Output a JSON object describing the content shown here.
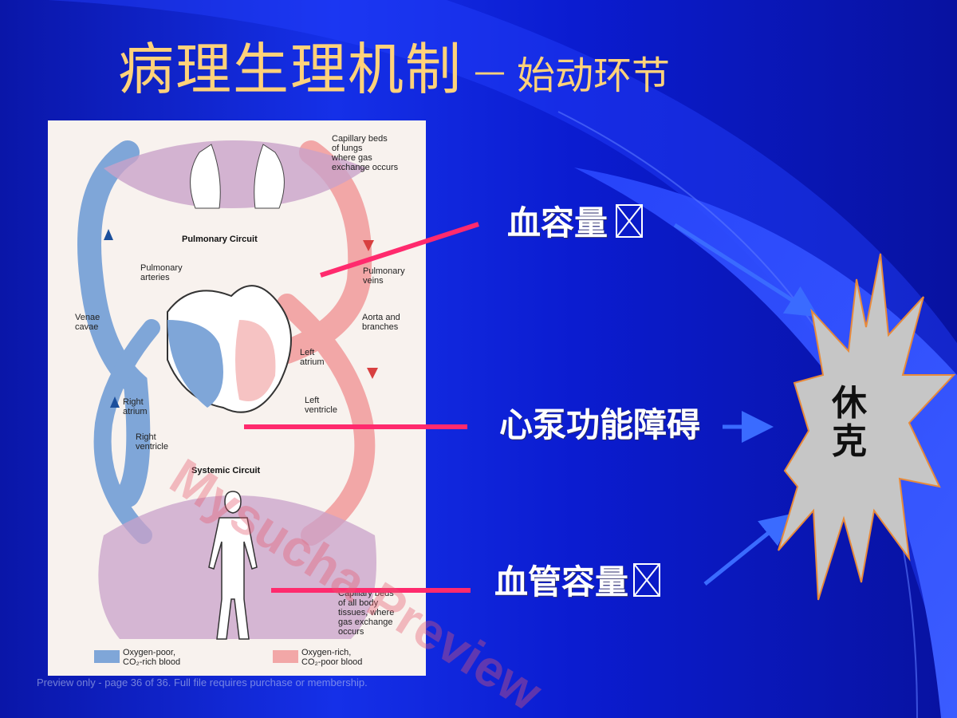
{
  "slide": {
    "title_main": "病理生理机制",
    "title_dash": "—",
    "title_sub": "始动环节",
    "labels": {
      "blood_volume": "血容量",
      "cardiac": "心泵功能障碍",
      "vascular": "血管容量"
    },
    "outcome": {
      "line1": "休",
      "line2": "克"
    },
    "colors": {
      "title": "#ffd27a",
      "pointer_line": "#ff2a6d",
      "arrow": "#3a6bff",
      "starburst": "#c6c6c6"
    }
  },
  "diagram": {
    "capillary_lungs": [
      "Capillary beds",
      "of lungs",
      "where gas",
      "exchange occurs"
    ],
    "pulmonary_circuit": "Pulmonary Circuit",
    "pulmonary_arteries": [
      "Pulmonary",
      "arteries"
    ],
    "pulmonary_veins": [
      "Pulmonary",
      "veins"
    ],
    "venae_cavae": [
      "Venae",
      "cavae"
    ],
    "aorta": [
      "Aorta and",
      "branches"
    ],
    "left_atrium": [
      "Left",
      "atrium"
    ],
    "right_atrium": [
      "Right",
      "atrium"
    ],
    "left_ventricle": [
      "Left",
      "ventricle"
    ],
    "right_ventricle": [
      "Right",
      "ventricle"
    ],
    "systemic_circuit": "Systemic Circuit",
    "capillary_body": [
      "Capillary beds",
      "of all body",
      "tissues, where",
      "gas exchange",
      "occurs"
    ],
    "legend_poor": [
      "Oxygen-poor,",
      "CO₂-rich blood"
    ],
    "legend_rich": [
      "Oxygen-rich,",
      "CO₂-poor blood"
    ]
  },
  "watermark": "Mysucha Preview",
  "footer": "Preview only - page 36 of 36. Full file requires purchase or membership."
}
